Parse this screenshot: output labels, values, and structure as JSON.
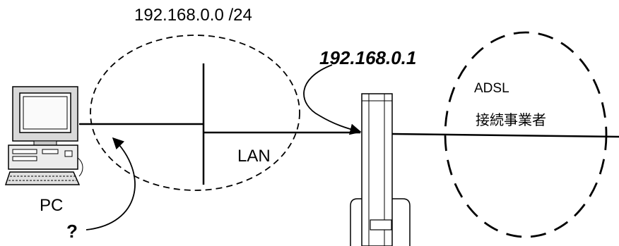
{
  "labels": {
    "subnet": "192.168.0.0 /24",
    "gateway_ip": "192.168.0.1",
    "isp_line1": "ADSL",
    "isp_line2": "接続事業者",
    "lan": "LAN",
    "pc": "PC",
    "unknown": "?"
  },
  "colors": {
    "line": "#000000",
    "background": "#ffffff"
  },
  "icons": [
    "computer-icon",
    "adsl-router-icon"
  ]
}
